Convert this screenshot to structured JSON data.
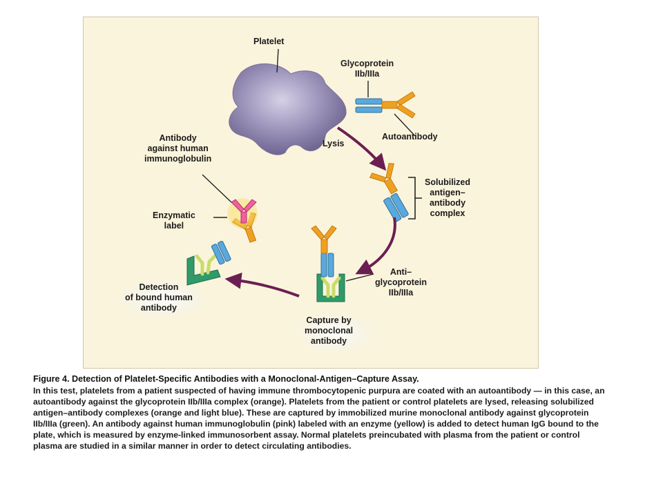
{
  "labels": {
    "platelet": "Platelet",
    "glycoprotein_1": "Glycoprotein",
    "glycoprotein_2": "IIb/IIIa",
    "autoantibody": "Autoantibody",
    "lysis": "Lysis",
    "antibody_human_1": "Antibody",
    "antibody_human_2": "against human",
    "antibody_human_3": "immunoglobulin",
    "solubilized_1": "Solubilized",
    "solubilized_2": "antigen–",
    "solubilized_3": "antibody",
    "solubilized_4": "complex",
    "enzymatic_1": "Enzymatic",
    "enzymatic_2": "label",
    "anti_gp_1": "Anti–",
    "anti_gp_2": "glycoprotein",
    "anti_gp_3": "IIb/IIIa",
    "detection_1": "Detection",
    "detection_2": "of bound human",
    "detection_3": "antibody",
    "capture_1": "Capture by",
    "capture_2": "monoclonal",
    "capture_3": "antibody"
  },
  "caption": {
    "title": "Figure 4. Detection of Platelet-Specific Antibodies with a Monoclonal-Antigen–Capture Assay.",
    "body": "In this test, platelets from a patient suspected of having immune thrombocytopenic purpura are coated with an autoantibody — in this case, an autoantibody against the glycoprotein IIb/IIIa complex (orange). Platelets from the patient or control platelets are lysed, releasing solubilized antigen–antibody complexes (orange and light blue). These are captured by immobilized murine monoclonal antibody against glycoprotein IIb/IIIa (green). An antibody against human immunoglobulin (pink) labeled with an enzyme (yellow) is added to detect human IgG bound to the plate, which is measured by enzyme-linked immunosorbent assay. Normal platelets preincubated with plasma from the patient or control plasma are studied in a similar manner in order to detect circulating antibodies."
  },
  "colors": {
    "panel": "#fbf4dc",
    "platelet": "#9a90b8",
    "autoantibody": "#f0a020",
    "glycoprotein": "#5aa8dc",
    "capture": "#2f9a6a",
    "anti_human": "#ee60a0",
    "enzyme": "#f5d24a",
    "arrow": "#6a1f52"
  }
}
